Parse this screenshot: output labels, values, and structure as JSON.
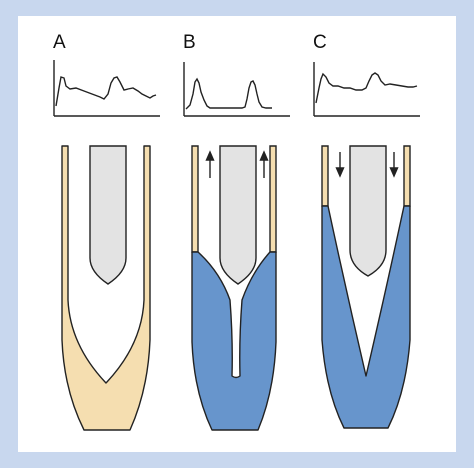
{
  "figure": {
    "panels": [
      {
        "id": "A",
        "label": "A",
        "fluid": "none",
        "arrow": "none"
      },
      {
        "id": "B",
        "label": "B",
        "fluid": "narrow",
        "arrow": "up"
      },
      {
        "id": "C",
        "label": "C",
        "fluid": "wide",
        "arrow": "down"
      }
    ]
  },
  "colors": {
    "background": "#c8d7ee",
    "panel": "#ffffff",
    "wall": "#f5deb0",
    "fluid": "#6795cc",
    "core": "#e3e3e3",
    "stroke": "#222222"
  }
}
